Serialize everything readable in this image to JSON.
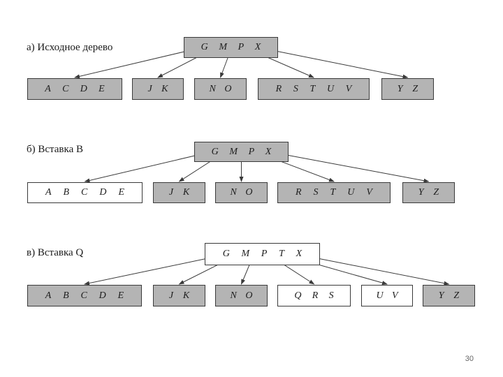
{
  "diagrams": [
    {
      "caption": "а) Исходное дерево",
      "root": {
        "keys": [
          "G",
          "M",
          "P",
          "X"
        ],
        "style": "grey"
      },
      "children": [
        {
          "keys": [
            "A",
            "C",
            "D",
            "E"
          ],
          "style": "grey"
        },
        {
          "keys": [
            "J",
            "K"
          ],
          "style": "grey"
        },
        {
          "keys": [
            "N",
            "O"
          ],
          "style": "grey"
        },
        {
          "keys": [
            "R",
            "S",
            "T",
            "U",
            "V"
          ],
          "style": "grey"
        },
        {
          "keys": [
            "Y",
            "Z"
          ],
          "style": "grey"
        }
      ]
    },
    {
      "caption": "б) Вставка B",
      "root": {
        "keys": [
          "G",
          "M",
          "P",
          "X"
        ],
        "style": "grey"
      },
      "children": [
        {
          "keys": [
            "A",
            "B",
            "C",
            "D",
            "E"
          ],
          "style": "white"
        },
        {
          "keys": [
            "J",
            "K"
          ],
          "style": "grey"
        },
        {
          "keys": [
            "N",
            "O"
          ],
          "style": "grey"
        },
        {
          "keys": [
            "R",
            "S",
            "T",
            "U",
            "V"
          ],
          "style": "grey"
        },
        {
          "keys": [
            "Y",
            "Z"
          ],
          "style": "grey"
        }
      ]
    },
    {
      "caption": "в) Вставка Q",
      "root": {
        "keys": [
          "G",
          "M",
          "P",
          "T",
          "X"
        ],
        "style": "white"
      },
      "children": [
        {
          "keys": [
            "A",
            "B",
            "C",
            "D",
            "E"
          ],
          "style": "grey"
        },
        {
          "keys": [
            "J",
            "K"
          ],
          "style": "grey"
        },
        {
          "keys": [
            "N",
            "O"
          ],
          "style": "grey"
        },
        {
          "keys": [
            "Q",
            "R",
            "S"
          ],
          "style": "white"
        },
        {
          "keys": [
            "U",
            "V"
          ],
          "style": "white"
        },
        {
          "keys": [
            "Y",
            "Z"
          ],
          "style": "grey"
        }
      ]
    }
  ],
  "page_number": "30",
  "colors": {
    "filled_node": "#b4b4b4",
    "empty_node": "#ffffff",
    "edge": "#3a3a3a"
  }
}
